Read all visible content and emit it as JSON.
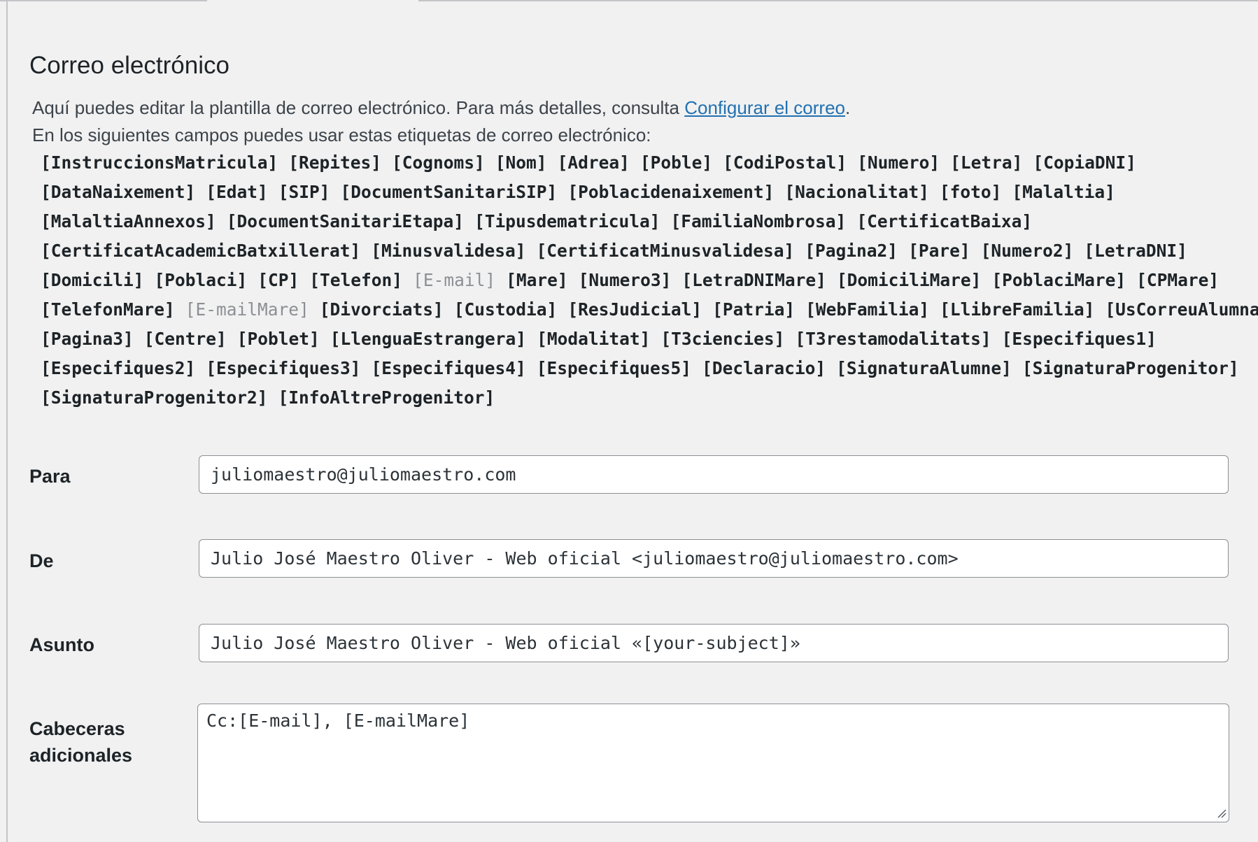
{
  "section": {
    "title": "Correo electrónico",
    "description_prefix": "Aquí puedes editar la plantilla de correo electrónico. Para más detalles, consulta ",
    "description_link": "Configurar el correo",
    "description_suffix": ".",
    "tags_intro": "En los siguientes campos puedes usar estas etiquetas de correo electrónico:"
  },
  "tags": [
    [
      {
        "text": "[InstruccionsMatricula]"
      },
      {
        "text": "[Repites]"
      },
      {
        "text": "[Cognoms]"
      },
      {
        "text": "[Nom]"
      },
      {
        "text": "[Adrea]"
      },
      {
        "text": "[Poble]"
      },
      {
        "text": "[CodiPostal]"
      },
      {
        "text": "[Numero]"
      },
      {
        "text": "[Letra]"
      },
      {
        "text": "[CopiaDNI]"
      }
    ],
    [
      {
        "text": "[DataNaixement]"
      },
      {
        "text": "[Edat]"
      },
      {
        "text": "[SIP]"
      },
      {
        "text": "[DocumentSanitariSIP]"
      },
      {
        "text": "[Poblacidenaixement]"
      },
      {
        "text": "[Nacionalitat]"
      },
      {
        "text": "[foto]"
      },
      {
        "text": "[Malaltia]"
      }
    ],
    [
      {
        "text": "[MalaltiaAnnexos]"
      },
      {
        "text": "[DocumentSanitariEtapa]"
      },
      {
        "text": "[Tipusdematricula]"
      },
      {
        "text": "[FamiliaNombrosa]"
      },
      {
        "text": "[CertificatBaixa]"
      }
    ],
    [
      {
        "text": "[CertificatAcademicBatxillerat]"
      },
      {
        "text": "[Minusvalidesa]"
      },
      {
        "text": "[CertificatMinusvalidesa]"
      },
      {
        "text": "[Pagina2]"
      },
      {
        "text": "[Pare]"
      },
      {
        "text": "[Numero2]"
      },
      {
        "text": "[LetraDNI]"
      }
    ],
    [
      {
        "text": "[Domicili]"
      },
      {
        "text": "[Poblaci]"
      },
      {
        "text": "[CP]"
      },
      {
        "text": "[Telefon]"
      },
      {
        "text": "[E-mail]",
        "used": true
      },
      {
        "text": "[Mare]"
      },
      {
        "text": "[Numero3]"
      },
      {
        "text": "[LetraDNIMare]"
      },
      {
        "text": "[DomiciliMare]"
      },
      {
        "text": "[PoblaciMare]"
      },
      {
        "text": "[CPMare]"
      }
    ],
    [
      {
        "text": "[TelefonMare]"
      },
      {
        "text": "[E-mailMare]",
        "used": true
      },
      {
        "text": "[Divorciats]"
      },
      {
        "text": "[Custodia]"
      },
      {
        "text": "[ResJudicial]"
      },
      {
        "text": "[Patria]"
      },
      {
        "text": "[WebFamilia]"
      },
      {
        "text": "[LlibreFamilia]"
      },
      {
        "text": "[UsCorreuAlumnat]"
      }
    ],
    [
      {
        "text": "[Pagina3]"
      },
      {
        "text": "[Centre]"
      },
      {
        "text": "[Poblet]"
      },
      {
        "text": "[LlenguaEstrangera]"
      },
      {
        "text": "[Modalitat]"
      },
      {
        "text": "[T3ciencies]"
      },
      {
        "text": "[T3restamodalitats]"
      },
      {
        "text": "[Especifiques1]"
      }
    ],
    [
      {
        "text": "[Especifiques2]"
      },
      {
        "text": "[Especifiques3]"
      },
      {
        "text": "[Especifiques4]"
      },
      {
        "text": "[Especifiques5]"
      },
      {
        "text": "[Declaracio]"
      },
      {
        "text": "[SignaturaAlumne]"
      },
      {
        "text": "[SignaturaProgenitor]"
      }
    ],
    [
      {
        "text": "[SignaturaProgenitor2]"
      },
      {
        "text": "[InfoAltreProgenitor]"
      }
    ]
  ],
  "fields": {
    "to": {
      "label": "Para",
      "value": "juliomaestro@juliomaestro.com"
    },
    "from": {
      "label": "De",
      "value": "Julio José Maestro Oliver - Web oficial <juliomaestro@juliomaestro.com>"
    },
    "subject": {
      "label": "Asunto",
      "value": "Julio José Maestro Oliver - Web oficial «[your-subject]»"
    },
    "headers": {
      "label_line1": "Cabeceras",
      "label_line2": "adicionales",
      "value": "Cc:[E-mail], [E-mailMare]"
    }
  },
  "colors": {
    "background": "#f1f1f1",
    "link": "#2271b1",
    "used_tag": "#8c8f94",
    "input_border": "#8c8f94"
  }
}
